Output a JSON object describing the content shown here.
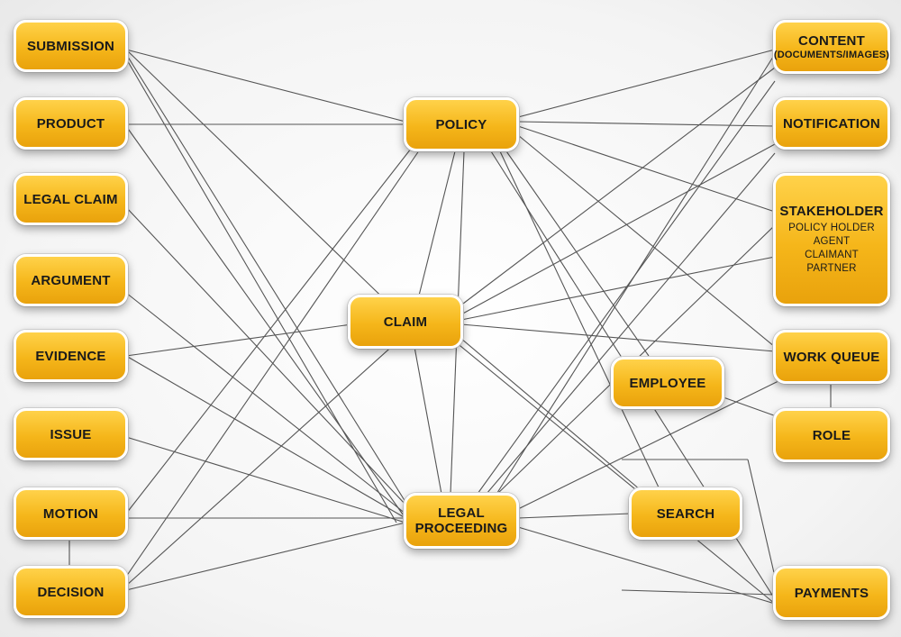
{
  "nodes": {
    "submission": "SUBMISSION",
    "product": "PRODUCT",
    "legal_claim": "LEGAL CLAIM",
    "argument": "ARGUMENT",
    "evidence": "EVIDENCE",
    "issue": "ISSUE",
    "motion": "MOTION",
    "decision": "DECISION",
    "policy": "POLICY",
    "claim": "CLAIM",
    "legal_proceeding_line1": "LEGAL",
    "legal_proceeding_line2": "PROCEEDING",
    "employee": "EMPLOYEE",
    "search": "SEARCH",
    "content": "CONTENT",
    "content_sub": "(DOCUMENTS/IMAGES)",
    "notification": "NOTIFICATION",
    "stakeholder": "STAKEHOLDER",
    "stakeholder_items": [
      "POLICY HOLDER",
      "AGENT",
      "CLAIMANT",
      "PARTNER"
    ],
    "work_queue": "WORK QUEUE",
    "role": "ROLE",
    "payments": "PAYMENTS"
  },
  "colors": {
    "node_fill": "#f5b61a",
    "node_border": "#ffffff",
    "connector": "#555555"
  }
}
